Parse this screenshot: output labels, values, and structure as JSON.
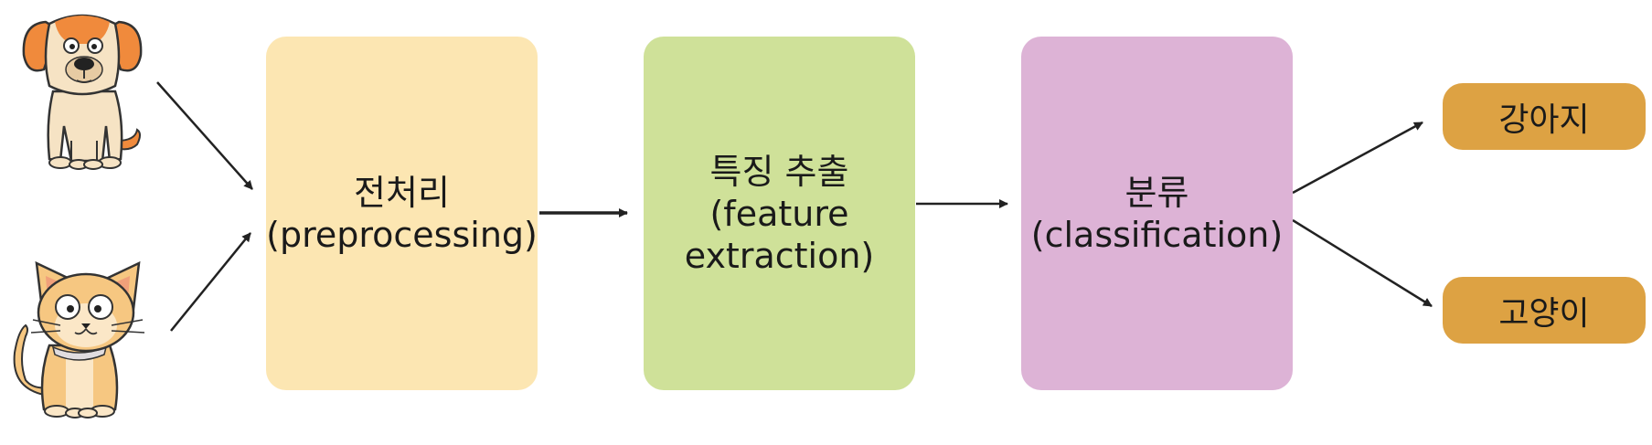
{
  "boxes": {
    "preprocessing": {
      "line1": "전처리",
      "line2": "(preprocessing)",
      "color": "#fce6b2"
    },
    "feature_extraction": {
      "line1": "특징 추출",
      "line2": "(feature",
      "line3": "extraction)",
      "color": "#cfe199"
    },
    "classification": {
      "line1": "분류",
      "line2": "(classification)",
      "color": "#ddb3d6"
    }
  },
  "outputs": {
    "dog": {
      "label": "강아지"
    },
    "cat": {
      "label": "고양이"
    },
    "color": "#dda243"
  },
  "inputs": [
    {
      "icon": "dog-illustration"
    },
    {
      "icon": "cat-illustration"
    }
  ],
  "arrow_color": "#222222"
}
